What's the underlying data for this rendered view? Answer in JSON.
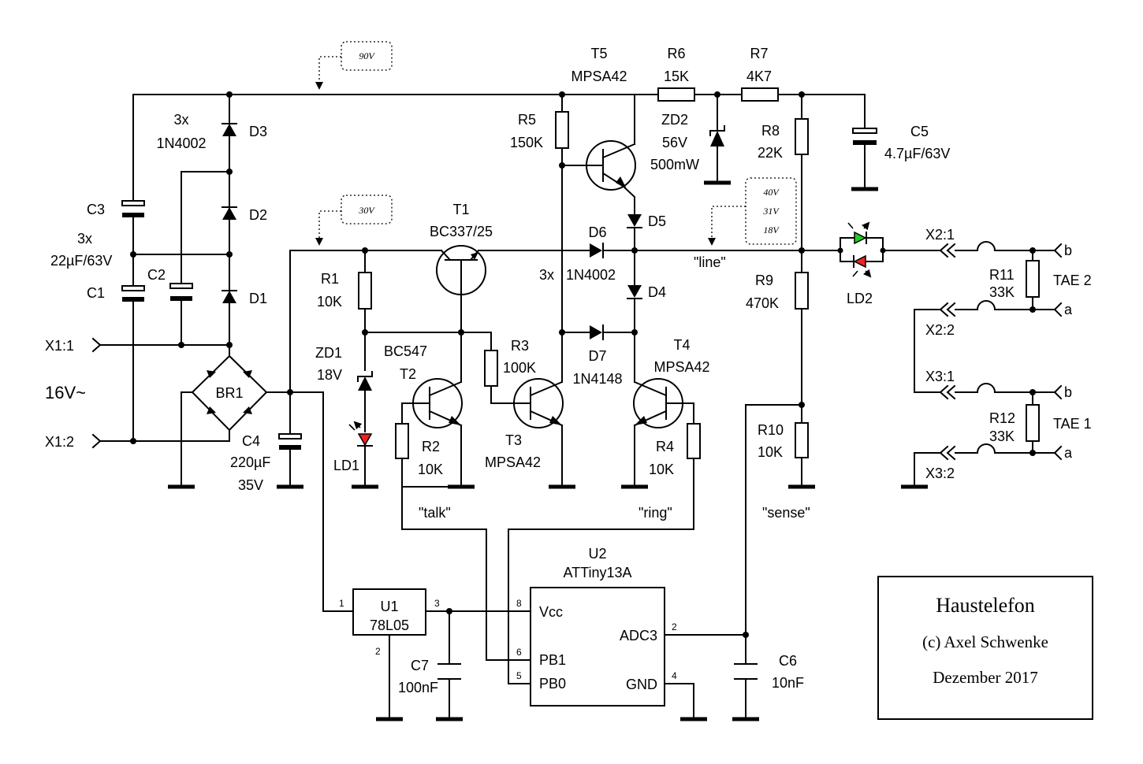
{
  "title_block": {
    "title": "Haustelefon",
    "author": "(c) Axel Schwenke",
    "date": "Dezember 2017"
  },
  "input": {
    "x1_1": "X1:1",
    "x1_2": "X1:2",
    "voltage": "16V~"
  },
  "notes": {
    "v90": "90V",
    "v30": "30V",
    "v40": "40V",
    "v31": "31V",
    "v18": "18V"
  },
  "nets": {
    "line": "\"line\"",
    "talk": "\"talk\"",
    "ring": "\"ring\"",
    "sense": "\"sense\""
  },
  "components": {
    "d3": "D3",
    "d2": "D2",
    "d1": "D1",
    "diodes_qty": "3x",
    "diodes_type": "1N4002",
    "c3": "C3",
    "c1": "C1",
    "c2": "C2",
    "caps_qty": "3x",
    "caps_value": "22µF/63V",
    "br1": "BR1",
    "c4": "C4",
    "c4_value": "220µF",
    "c4_voltage": "35V",
    "r1": "R1",
    "r1_value": "10K",
    "zd1": "ZD1",
    "zd1_value": "18V",
    "ld1": "LD1",
    "t1": "T1",
    "t1_type": "BC337/25",
    "t2_type": "BC547",
    "t2": "T2",
    "r2": "R2",
    "r2_value": "10K",
    "r3": "R3",
    "r3_value": "100K",
    "t3": "T3",
    "t3_type": "MPSA42",
    "r5": "R5",
    "r5_value": "150K",
    "t5": "T5",
    "t5_type": "MPSA42",
    "r6": "R6",
    "r6_value": "15K",
    "r7": "R7",
    "r7_value": "4K7",
    "zd2": "ZD2",
    "zd2_value": "56V",
    "zd2_power": "500mW",
    "d5": "D5",
    "d6": "D6",
    "d4": "D4",
    "d456_qty": "3x",
    "d456_type": "1N4002",
    "d7": "D7",
    "d7_type": "1N4148",
    "t4": "T4",
    "t4_type": "MPSA42",
    "r4": "R4",
    "r4_value": "10K",
    "r8": "R8",
    "r8_value": "22K",
    "c5": "C5",
    "c5_value": "4.7µF/63V",
    "r9": "R9",
    "r9_value": "470K",
    "r10": "R10",
    "r10_value": "10K",
    "ld2": "LD2",
    "x2_1": "X2:1",
    "x2_2": "X2:2",
    "x3_1": "X3:1",
    "x3_2": "X3:2",
    "r11": "R11",
    "r11_value": "33K",
    "r12": "R12",
    "r12_value": "33K",
    "tae2": "TAE 2",
    "tae1": "TAE 1",
    "b": "b",
    "a": "a",
    "u1": "U1",
    "u1_type": "78L05",
    "u1_pin1": "1",
    "u1_pin2": "2",
    "u1_pin3": "3",
    "c7": "C7",
    "c7_value": "100nF",
    "u2": "U2",
    "u2_type": "ATTiny13A",
    "u2_vcc": "Vcc",
    "u2_pb1": "PB1",
    "u2_pb0": "PB0",
    "u2_adc3": "ADC3",
    "u2_gnd": "GND",
    "u2_pin8": "8",
    "u2_pin6": "6",
    "u2_pin5": "5",
    "u2_pin2": "2",
    "u2_pin4": "4",
    "c6": "C6",
    "c6_value": "10nF"
  },
  "colors": {
    "ink": "#000000",
    "led_green": "#22cc22",
    "led_red": "#ee2222",
    "paper": "#ffffff"
  }
}
